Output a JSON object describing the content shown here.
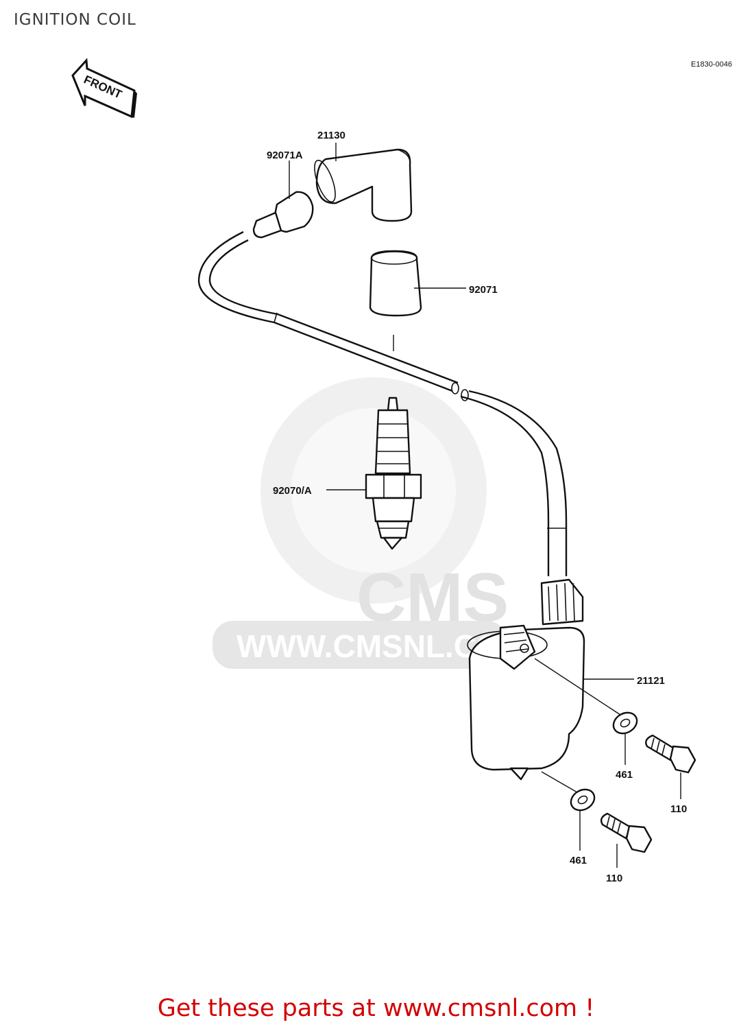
{
  "page": {
    "title": "IGNITION COIL",
    "diagram_code": "E1830-0046"
  },
  "front_arrow": {
    "label": "FRONT"
  },
  "watermark": {
    "brand": "CMS",
    "url": "WWW.CMSNL.COM"
  },
  "callouts": [
    {
      "id": "21130",
      "label": "21130"
    },
    {
      "id": "92071A",
      "label": "92071A"
    },
    {
      "id": "92071",
      "label": "92071"
    },
    {
      "id": "92070A",
      "label": "92070/A"
    },
    {
      "id": "21121",
      "label": "21121"
    },
    {
      "id": "461a",
      "label": "461"
    },
    {
      "id": "461b",
      "label": "461"
    },
    {
      "id": "110a",
      "label": "110"
    },
    {
      "id": "110b",
      "label": "110"
    }
  ],
  "footer": {
    "cta": "Get these parts at www.cmsnl.com !"
  }
}
